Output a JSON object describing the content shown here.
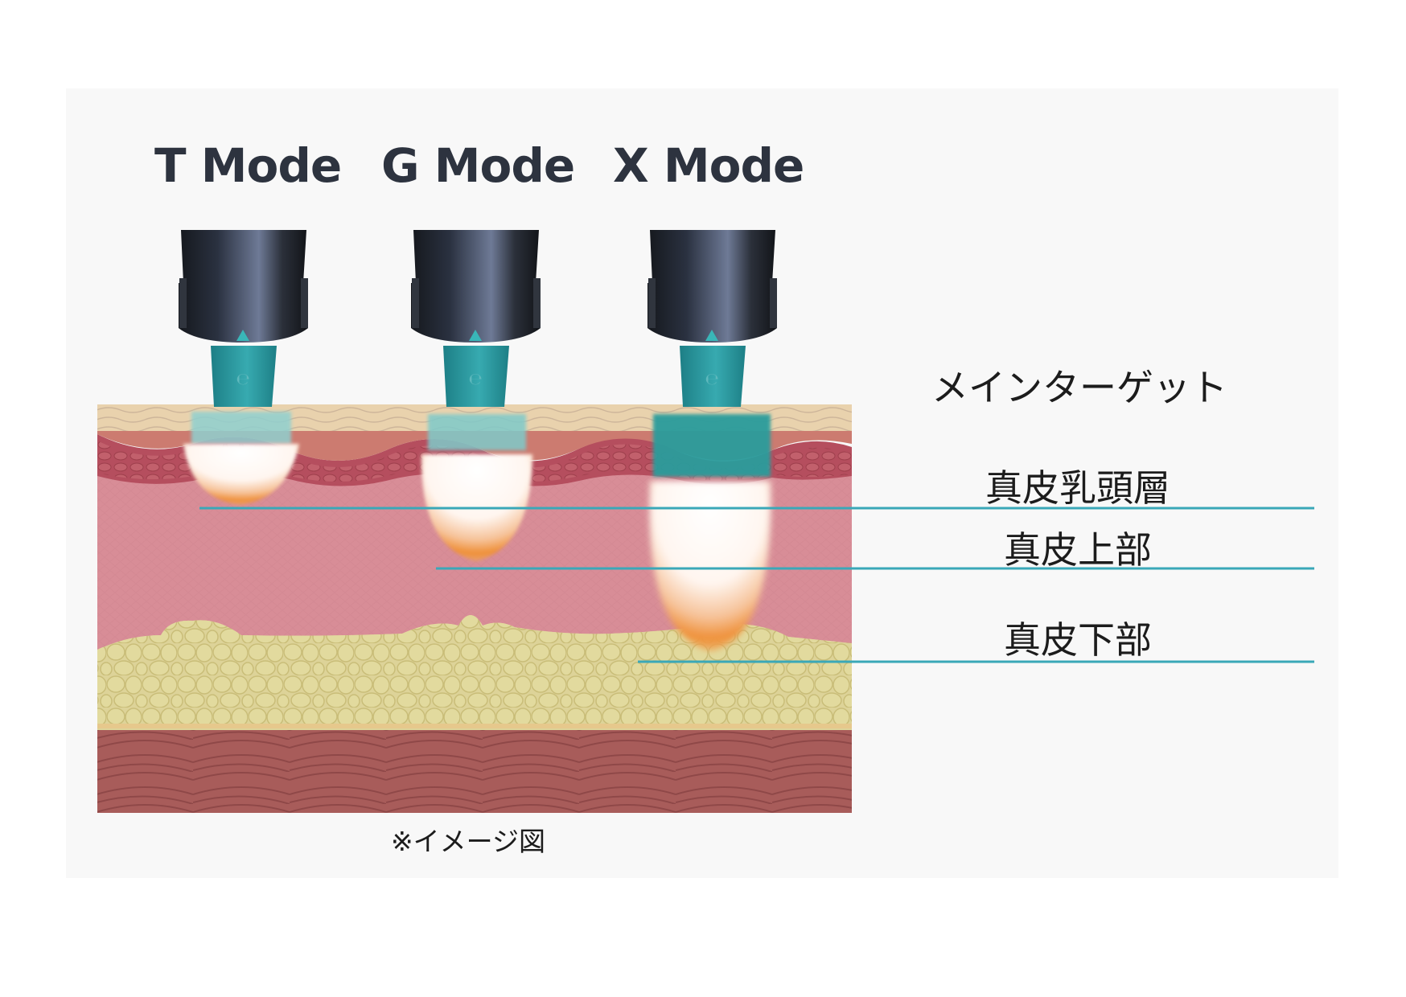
{
  "modes": [
    {
      "title": "T Mode"
    },
    {
      "title": "G Mode"
    },
    {
      "title": "X Mode"
    }
  ],
  "labels": {
    "header": "メインターゲット",
    "layer1": "真皮乳頭層",
    "layer2": "真皮上部",
    "layer3": "真皮下部"
  },
  "caption": "※イメージ図",
  "colors": {
    "title_text": "#2d333f",
    "tip_teal": "#2b9aa0",
    "target_line": "#3aa8b8",
    "heat_orange": "#f0963c",
    "dermis_pink": "#d88d97",
    "fat_yellow": "#ddd398",
    "muscle_red": "#a85c5a"
  }
}
